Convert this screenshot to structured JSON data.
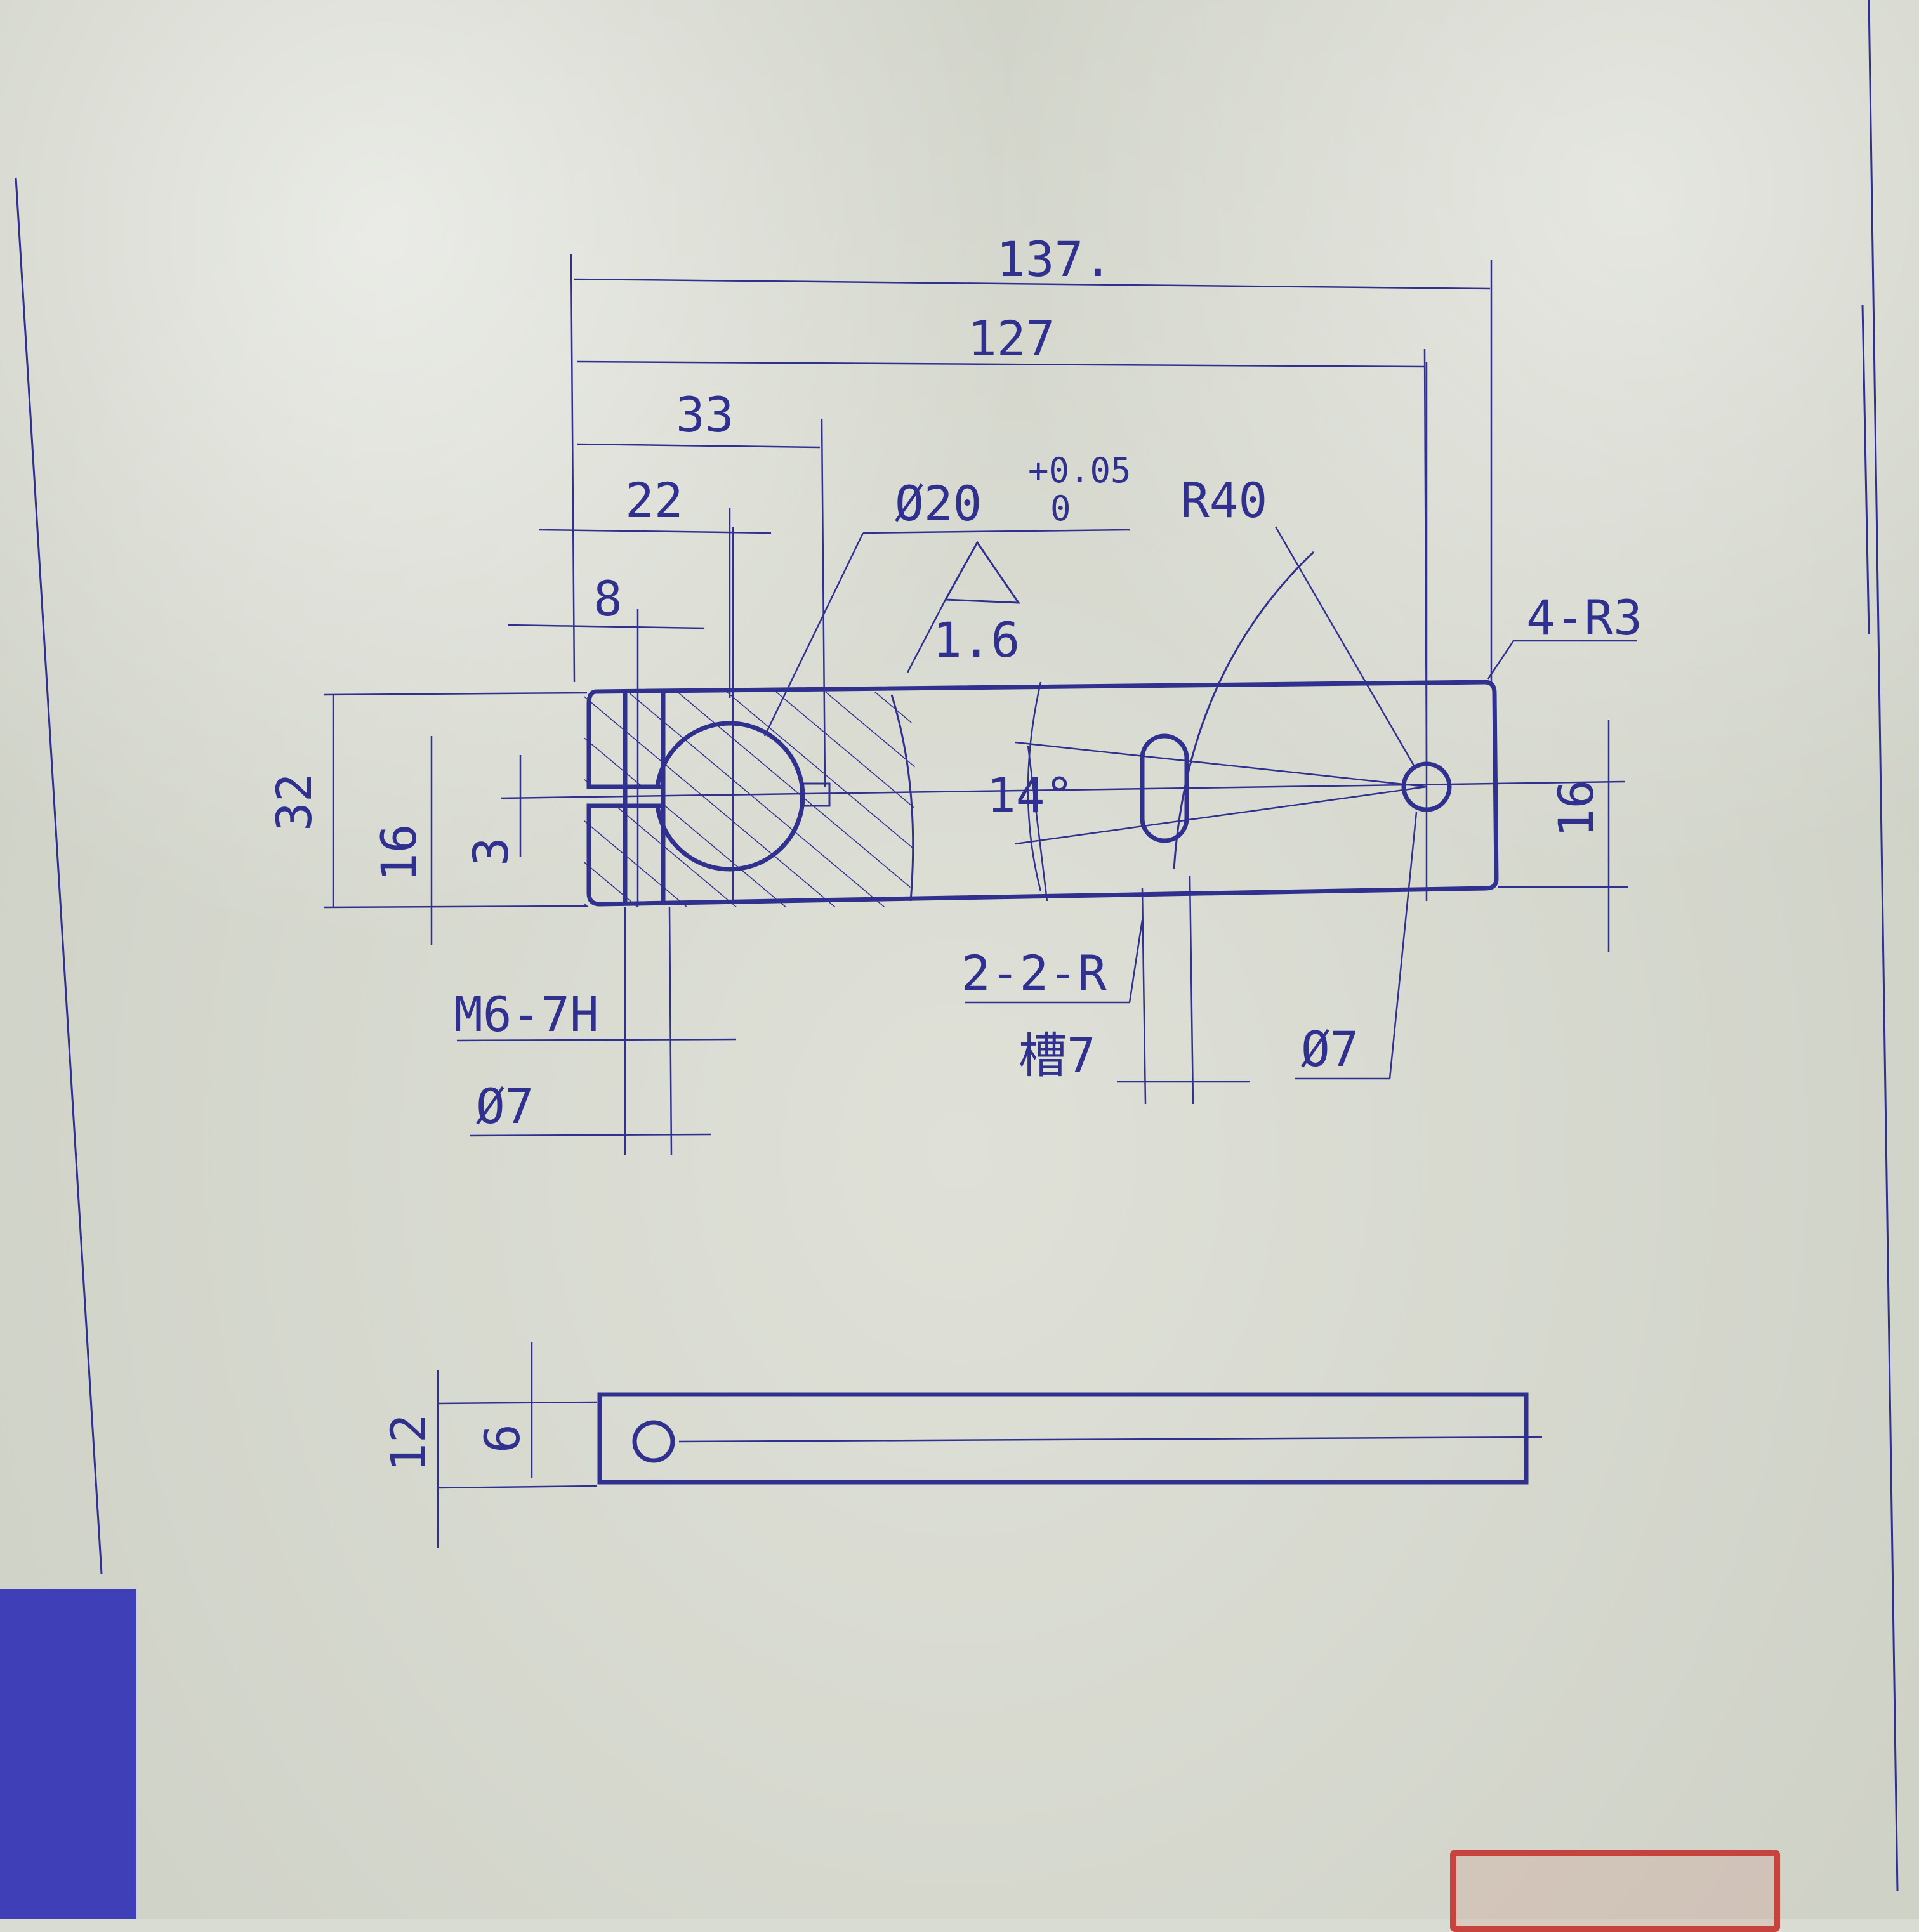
{
  "colors": {
    "ink": "#30308f",
    "paper": "#d9dcd2",
    "stamp": "#c6443d",
    "tape": "#3f3fb8"
  },
  "dimensions": {
    "overall_length": "137.",
    "hole_center_span": "127",
    "keyway_depth": "33",
    "bore_center": "22",
    "slot_offset": "8",
    "height": "32",
    "half_height": "16",
    "split_gap": "3",
    "right_half_height": "16",
    "thickness": "12",
    "half_thickness": "6"
  },
  "callouts": {
    "bore_diameter": "Ø20",
    "tol_upper": "+0.05",
    "tol_lower": "0",
    "roughness": "1.6",
    "arc_radius": "R40",
    "corner_radius": "4-R3",
    "angle": "14°",
    "slot_ends": "2-2-R",
    "slot_width": "槽7",
    "pivot_hole": "Ø7",
    "thread": "M6-7H",
    "clamp_hole": "Ø7"
  }
}
